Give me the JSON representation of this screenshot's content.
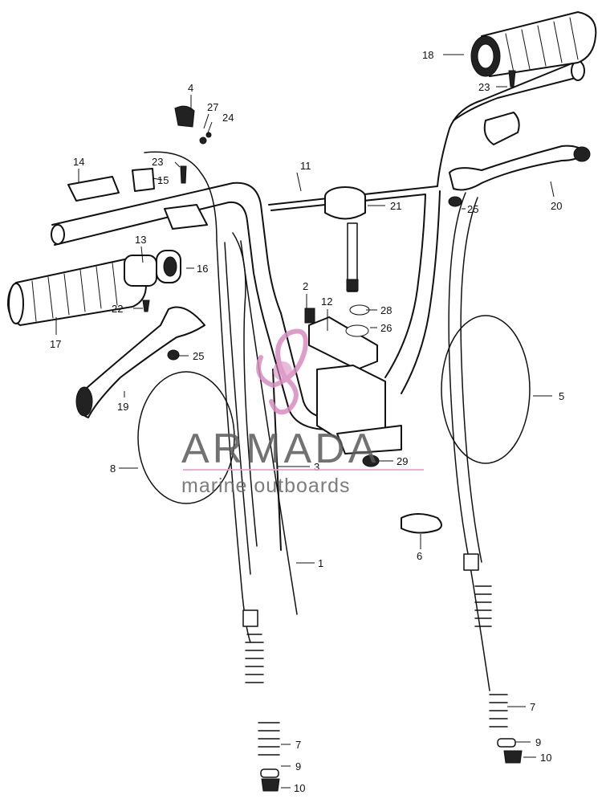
{
  "diagram": {
    "part_labels": {
      "p1": "1",
      "p2": "2",
      "p3": "3",
      "p4": "4",
      "p5": "5",
      "p6": "6",
      "p7a": "7",
      "p7b": "7",
      "p8": "8",
      "p9a": "9",
      "p9b": "9",
      "p10a": "10",
      "p10b": "10",
      "p11": "11",
      "p12": "12",
      "p13": "13",
      "p14": "14",
      "p15": "15",
      "p16": "16",
      "p17": "17",
      "p18": "18",
      "p19": "19",
      "p20": "20",
      "p21": "21",
      "p22": "22",
      "p23a": "23",
      "p23b": "23",
      "p24": "24",
      "p25a": "25",
      "p25b": "25",
      "p26": "26",
      "p27": "27",
      "p28": "28",
      "p29": "29"
    }
  },
  "watermark": {
    "title": "ARMADA",
    "subtitle": "marine outboards",
    "logo_color": "#d98cc0",
    "rule_color": "#e2a3c9"
  }
}
